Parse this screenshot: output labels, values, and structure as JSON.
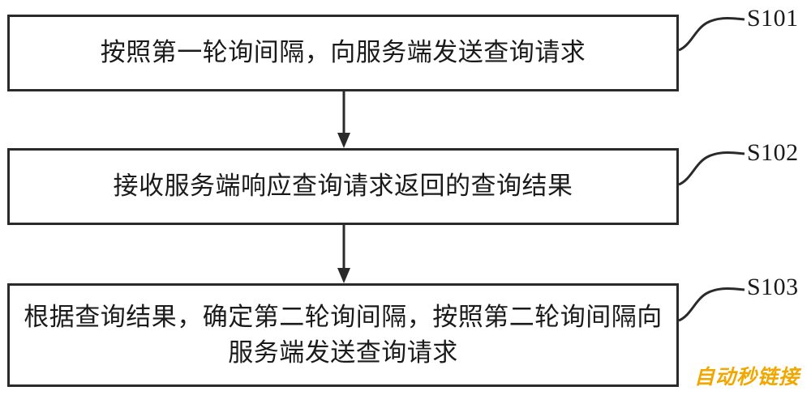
{
  "steps": [
    {
      "label": "S101",
      "text": "按照第一轮询间隔，向服务端发送查询请求"
    },
    {
      "label": "S102",
      "text": "接收服务端响应查询请求返回的查询结果"
    },
    {
      "label": "S103",
      "text": "根据查询结果，确定第二轮询间隔，按照第二轮询间隔向服务端发送查询请求"
    }
  ],
  "watermark": "自动秒链接",
  "colors": {
    "stroke": "#2a2a2a",
    "text": "#1a1a1a",
    "watermark": "#f0a800"
  }
}
